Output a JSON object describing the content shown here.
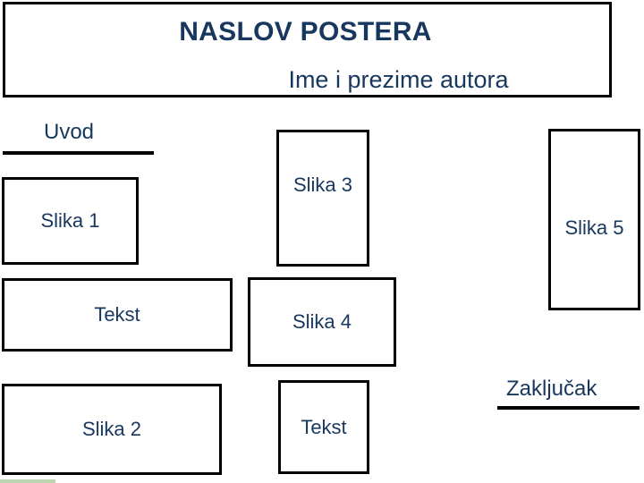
{
  "header": {
    "title": "NASLOV POSTERA",
    "author": "Ime i prezime autora"
  },
  "sections": [
    {
      "name": "uvod",
      "heading": "Uvod"
    },
    {
      "name": "zakljucak",
      "heading": "Zaključak"
    }
  ],
  "boxes": [
    {
      "name": "slika1",
      "label": "Slika 1"
    },
    {
      "name": "slika3",
      "label": "Slika 3"
    },
    {
      "name": "slika5",
      "label": "Slika 5"
    },
    {
      "name": "tekst1",
      "label": "Tekst"
    },
    {
      "name": "slika4",
      "label": "Slika 4"
    },
    {
      "name": "slika2",
      "label": "Slika 2"
    },
    {
      "name": "tekst2",
      "label": "Tekst"
    }
  ],
  "colors": {
    "text": "#17375e",
    "border": "#000000",
    "background": "#ffffff",
    "accent_bar": "#bcd4b0"
  }
}
